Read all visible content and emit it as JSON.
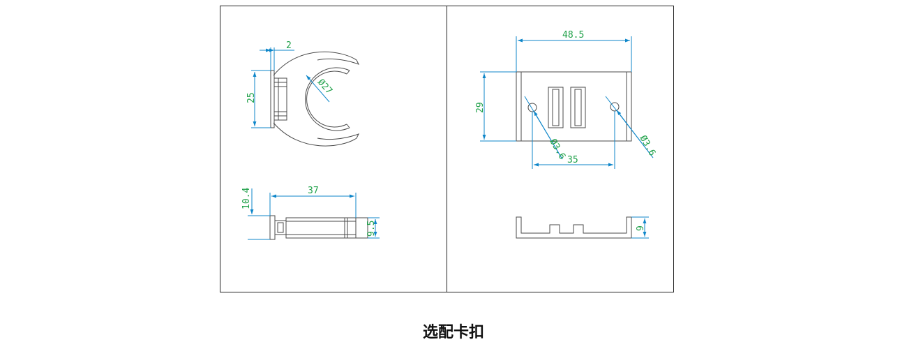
{
  "caption": "选配卡扣",
  "colors": {
    "outline": "#222222",
    "part_line": "#4a4a4a",
    "dim_line": "#0e86c9",
    "dim_text": "#1ea048"
  },
  "dimensions": {
    "clip_top_thickness": "2",
    "clip_height": "25",
    "clip_diameter": "Ø27",
    "clip_side_height": "10.4",
    "clip_side_length": "37",
    "clip_side_right": "9.5",
    "plate_width": "48.5",
    "plate_height": "29",
    "hole_left": "Ø3.6",
    "hole_spacing": "35",
    "hole_right": "Ø3.6",
    "plate_side_height": "9"
  }
}
